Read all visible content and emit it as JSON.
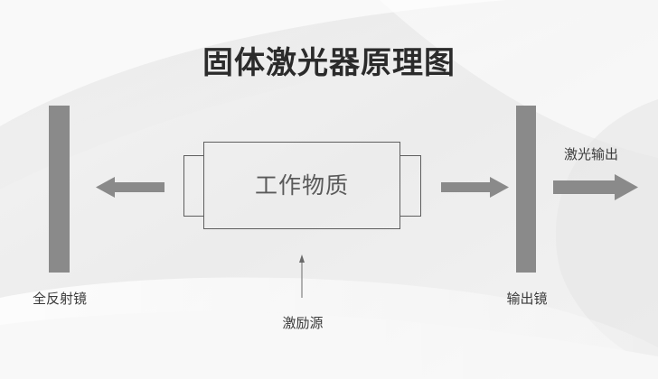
{
  "title": "固体激光器原理图",
  "components": {
    "left_mirror": "全反射镜",
    "right_mirror": "输出镜",
    "gain_medium": "工作物质",
    "pump_source": "激励源",
    "laser_output": "激光输出"
  },
  "colors": {
    "background": "#f1f1f1",
    "mirror": "#8a8a8a",
    "arrow": "#8a8a8a",
    "outline": "#5e5e5e",
    "title_text": "#2b2b2b",
    "label_text": "#3b3b3b"
  }
}
